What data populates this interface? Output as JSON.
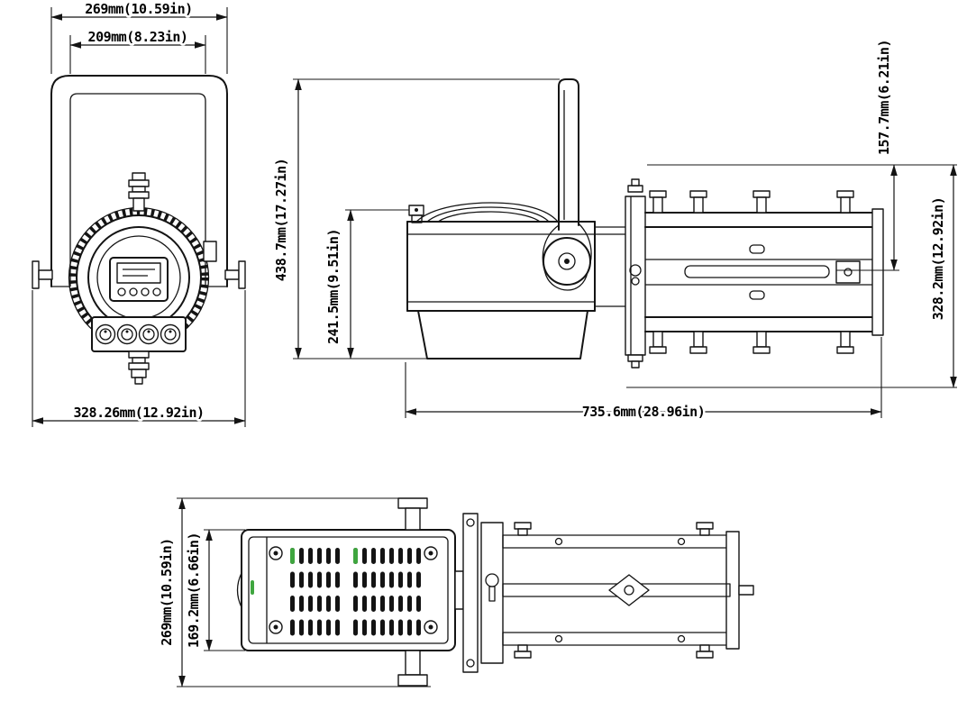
{
  "drawing": {
    "subject": "led-profile-spotlight-dimensional-drawing",
    "line_color": "#141414",
    "accent_green": "#3fa63f",
    "front_view": {
      "dim_yoke_outer_width": "269mm(10.59in)",
      "dim_yoke_inner_width": "209mm(8.23in)",
      "dim_overall_width": "328.26mm(12.92in)"
    },
    "side_view": {
      "dim_overall_height": "438.7mm(17.27in)",
      "dim_body_height": "241.5mm(9.51in)",
      "dim_bracket_top_height": "157.7mm(6.21in)",
      "dim_bracket_height": "328.2mm(12.92in)",
      "dim_overall_length": "735.6mm(28.96in)"
    },
    "top_view": {
      "dim_overall_width": "269mm(10.59in)",
      "dim_body_width": "169.2mm(6.66in)"
    }
  }
}
